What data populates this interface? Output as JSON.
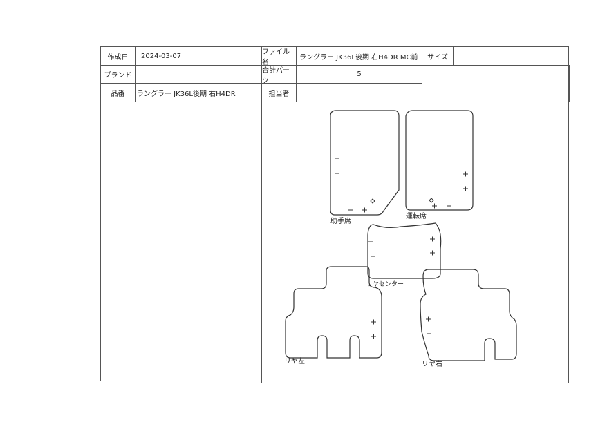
{
  "header": {
    "created_label": "作成日",
    "created_value": "2024-03-07",
    "filename_label": "ファイル名",
    "filename_value": "ラングラー JK36L後期 右H4DR MC前",
    "size_label": "サイズ",
    "size_value": "",
    "brand_label": "ブランド",
    "brand_value": "",
    "parts_label": "合計パーツ",
    "parts_value": "5",
    "product_label": "品番",
    "product_value": "ラングラー JK36L後期 右H4DR",
    "person_label": "担当者",
    "person_value": ""
  },
  "parts": [
    "助手席",
    "運転席",
    "リヤセンター",
    "リヤ左",
    "リヤ右"
  ]
}
